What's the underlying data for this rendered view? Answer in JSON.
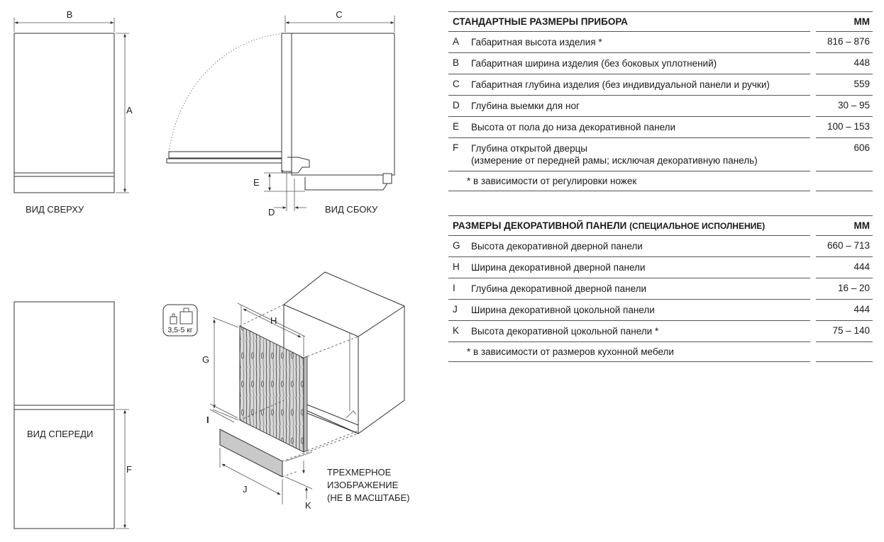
{
  "diagram": {
    "labels": {
      "a": "A",
      "b": "B",
      "c": "C",
      "d": "D",
      "e": "E",
      "f": "F",
      "g": "G",
      "h": "H",
      "i": "I",
      "j": "J",
      "k": "K"
    },
    "captions": {
      "top_view": "ВИД СВЕРХУ",
      "side_view": "ВИД СБОКУ",
      "front_view": "ВИД СПЕРЕДИ",
      "iso_line1": "ТРЕХМЕРНОЕ",
      "iso_line2": "ИЗОБРАЖЕНИЕ",
      "iso_line3": "(НЕ В МАСШТАБЕ)"
    },
    "weight_badge": "3,5-5 кг"
  },
  "table1": {
    "title": "СТАНДАРТНЫЕ РАЗМЕРЫ ПРИБОРА",
    "unit": "ММ",
    "rows": [
      {
        "letter": "A",
        "desc": "Габаритная высота изделия *",
        "value": "816 – 876"
      },
      {
        "letter": "B",
        "desc": "Габаритная ширина изделия (без боковых уплотнений)",
        "value": "448"
      },
      {
        "letter": "C",
        "desc": "Габаритная глубина изделия (без индивидуальной панели и ручки)",
        "value": "559"
      },
      {
        "letter": "D",
        "desc": "Глубина выемки для ног",
        "value": "30 – 95"
      },
      {
        "letter": "E",
        "desc": "Высота от пола до низа декоративной панели",
        "value": "100 – 153"
      },
      {
        "letter": "F",
        "desc": "Глубина открытой дверцы",
        "desc2": "(измерение от передней рамы; исключая декоративную панель)",
        "value": "606"
      }
    ],
    "note": "* в зависимости от регулировки ножек"
  },
  "table2": {
    "title": "РАЗМЕРЫ ДЕКОРАТИВНОЙ ПАНЕЛИ",
    "title_small": "(СПЕЦИАЛЬНОЕ ИСПОЛНЕНИЕ)",
    "unit": "ММ",
    "rows": [
      {
        "letter": "G",
        "desc": "Высота декоративной дверной панели",
        "value": "660 – 713"
      },
      {
        "letter": "H",
        "desc": "Ширина декоративной дверной панели",
        "value": "444"
      },
      {
        "letter": "I",
        "desc": "Глубина декоративной дверной панели",
        "value": "16 – 20"
      },
      {
        "letter": "J",
        "desc": "Ширина декоративной цокольной панели",
        "value": "444"
      },
      {
        "letter": "K",
        "desc": "Высота декоративной цокольной панели *",
        "value": "75 – 140"
      }
    ],
    "note": "* в зависимости от размеров кухонной мебели"
  }
}
